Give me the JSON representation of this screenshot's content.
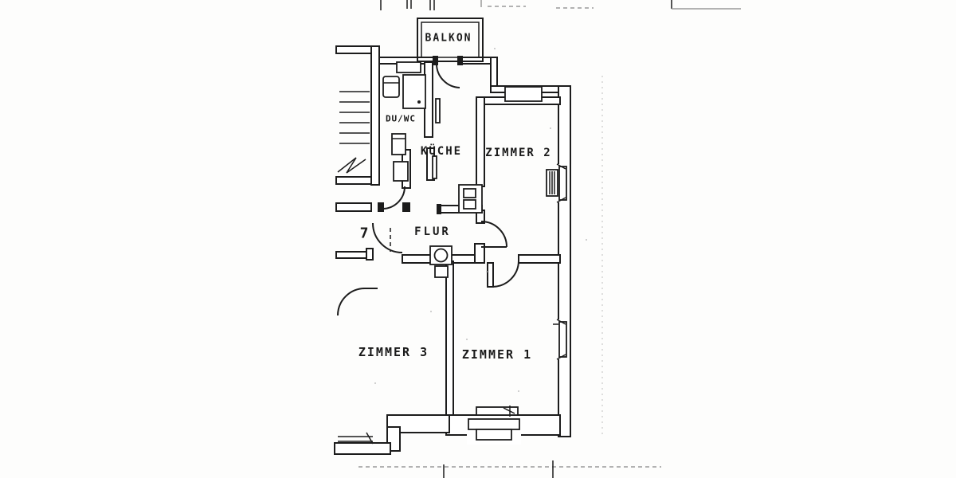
{
  "meta": {
    "drawing_type": "apartment floor plan (scanned blueprint)",
    "unit_number": "7"
  },
  "colors": {
    "ink": "#1c1c1c",
    "paper": "#fdfdfc",
    "faint_marks": "#9a9a9a"
  },
  "labels": {
    "balkon": {
      "text": "BALKON"
    },
    "du_wc": {
      "text": "DU/WC"
    },
    "kueche": {
      "text": "KÜCHE"
    },
    "zimmer2": {
      "text": "ZIMMER 2"
    },
    "flur": {
      "text": "FLUR"
    },
    "zimmer3": {
      "text": "ZIMMER 3"
    },
    "zimmer1": {
      "text": "ZIMMER 1"
    },
    "unit": {
      "text": "7"
    }
  },
  "rooms": [
    {
      "name": "BALKON"
    },
    {
      "name": "DU/WC"
    },
    {
      "name": "KÜCHE"
    },
    {
      "name": "ZIMMER 2"
    },
    {
      "name": "FLUR"
    },
    {
      "name": "ZIMMER 3"
    },
    {
      "name": "ZIMMER 1"
    }
  ],
  "fixtures": [
    "staircase",
    "stair-break-line",
    "shower-tray",
    "wash-basin",
    "wc",
    "kitchen-radiator",
    "chimney-flue",
    "pipe-shaft-circle",
    "balcony-door",
    "entrance-door",
    "bathroom-door",
    "zimmer1-door",
    "zimmer2-door",
    "zimmer3-door",
    "zimmer1-window",
    "zimmer2-window",
    "zimmer3-window",
    "top-wall-window",
    "duwc-window",
    "radiator-under-window"
  ]
}
